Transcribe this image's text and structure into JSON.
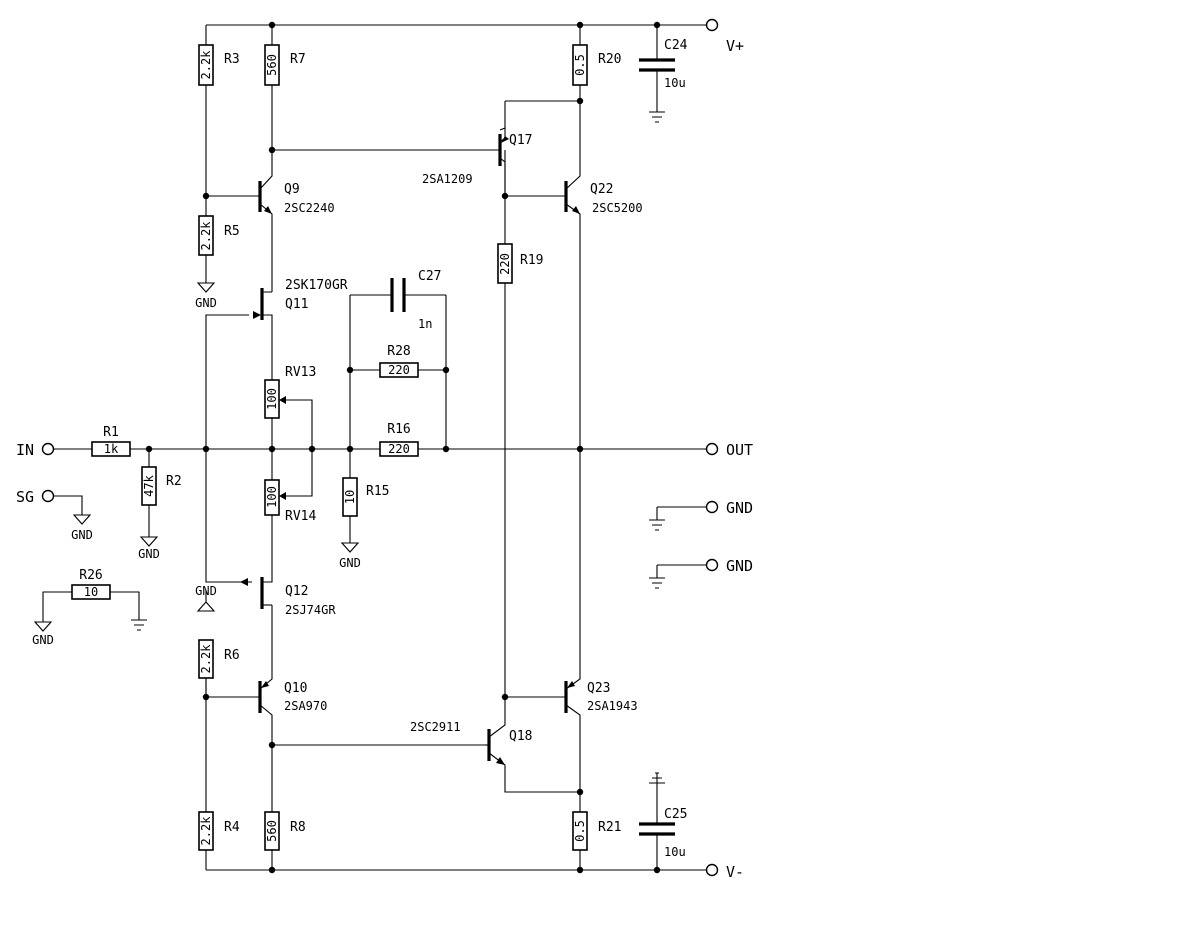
{
  "ports": {
    "in": "IN",
    "sg": "SG",
    "out": "OUT",
    "gnd_a": "GND",
    "gnd_b": "GND",
    "vplus": "V+",
    "vminus": "V-"
  },
  "ground_label": "GND",
  "resistors": {
    "r1": {
      "ref": "R1",
      "value": "1k"
    },
    "r2": {
      "ref": "R2",
      "value": "47k"
    },
    "r3": {
      "ref": "R3",
      "value": "2.2k"
    },
    "r4": {
      "ref": "R4",
      "value": "2.2k"
    },
    "r5": {
      "ref": "R5",
      "value": "2.2k"
    },
    "r6": {
      "ref": "R6",
      "value": "2.2k"
    },
    "r7": {
      "ref": "R7",
      "value": "560"
    },
    "r8": {
      "ref": "R8",
      "value": "560"
    },
    "r15": {
      "ref": "R15",
      "value": "10"
    },
    "r16": {
      "ref": "R16",
      "value": "220"
    },
    "r19": {
      "ref": "R19",
      "value": "220"
    },
    "r20": {
      "ref": "R20",
      "value": "0.5"
    },
    "r21": {
      "ref": "R21",
      "value": "0.5"
    },
    "r26": {
      "ref": "R26",
      "value": "10"
    },
    "r28": {
      "ref": "R28",
      "value": "220"
    },
    "rv13": {
      "ref": "RV13",
      "value": "100"
    },
    "rv14": {
      "ref": "RV14",
      "value": "100"
    }
  },
  "capacitors": {
    "c24": {
      "ref": "C24",
      "value": "10u"
    },
    "c25": {
      "ref": "C25",
      "value": "10u"
    },
    "c27": {
      "ref": "C27",
      "value": "1n"
    }
  },
  "transistors": {
    "q9": {
      "ref": "Q9",
      "part": "2SC2240"
    },
    "q10": {
      "ref": "Q10",
      "part": "2SA970"
    },
    "q11": {
      "ref": "Q11",
      "part": "2SK170GR"
    },
    "q12": {
      "ref": "Q12",
      "part": "2SJ74GR"
    },
    "q17": {
      "ref": "Q17",
      "part": "2SA1209"
    },
    "q18": {
      "ref": "Q18",
      "part": "2SC2911"
    },
    "q22": {
      "ref": "Q22",
      "part": "2SC5200"
    },
    "q23": {
      "ref": "Q23",
      "part": "2SA1943"
    }
  }
}
